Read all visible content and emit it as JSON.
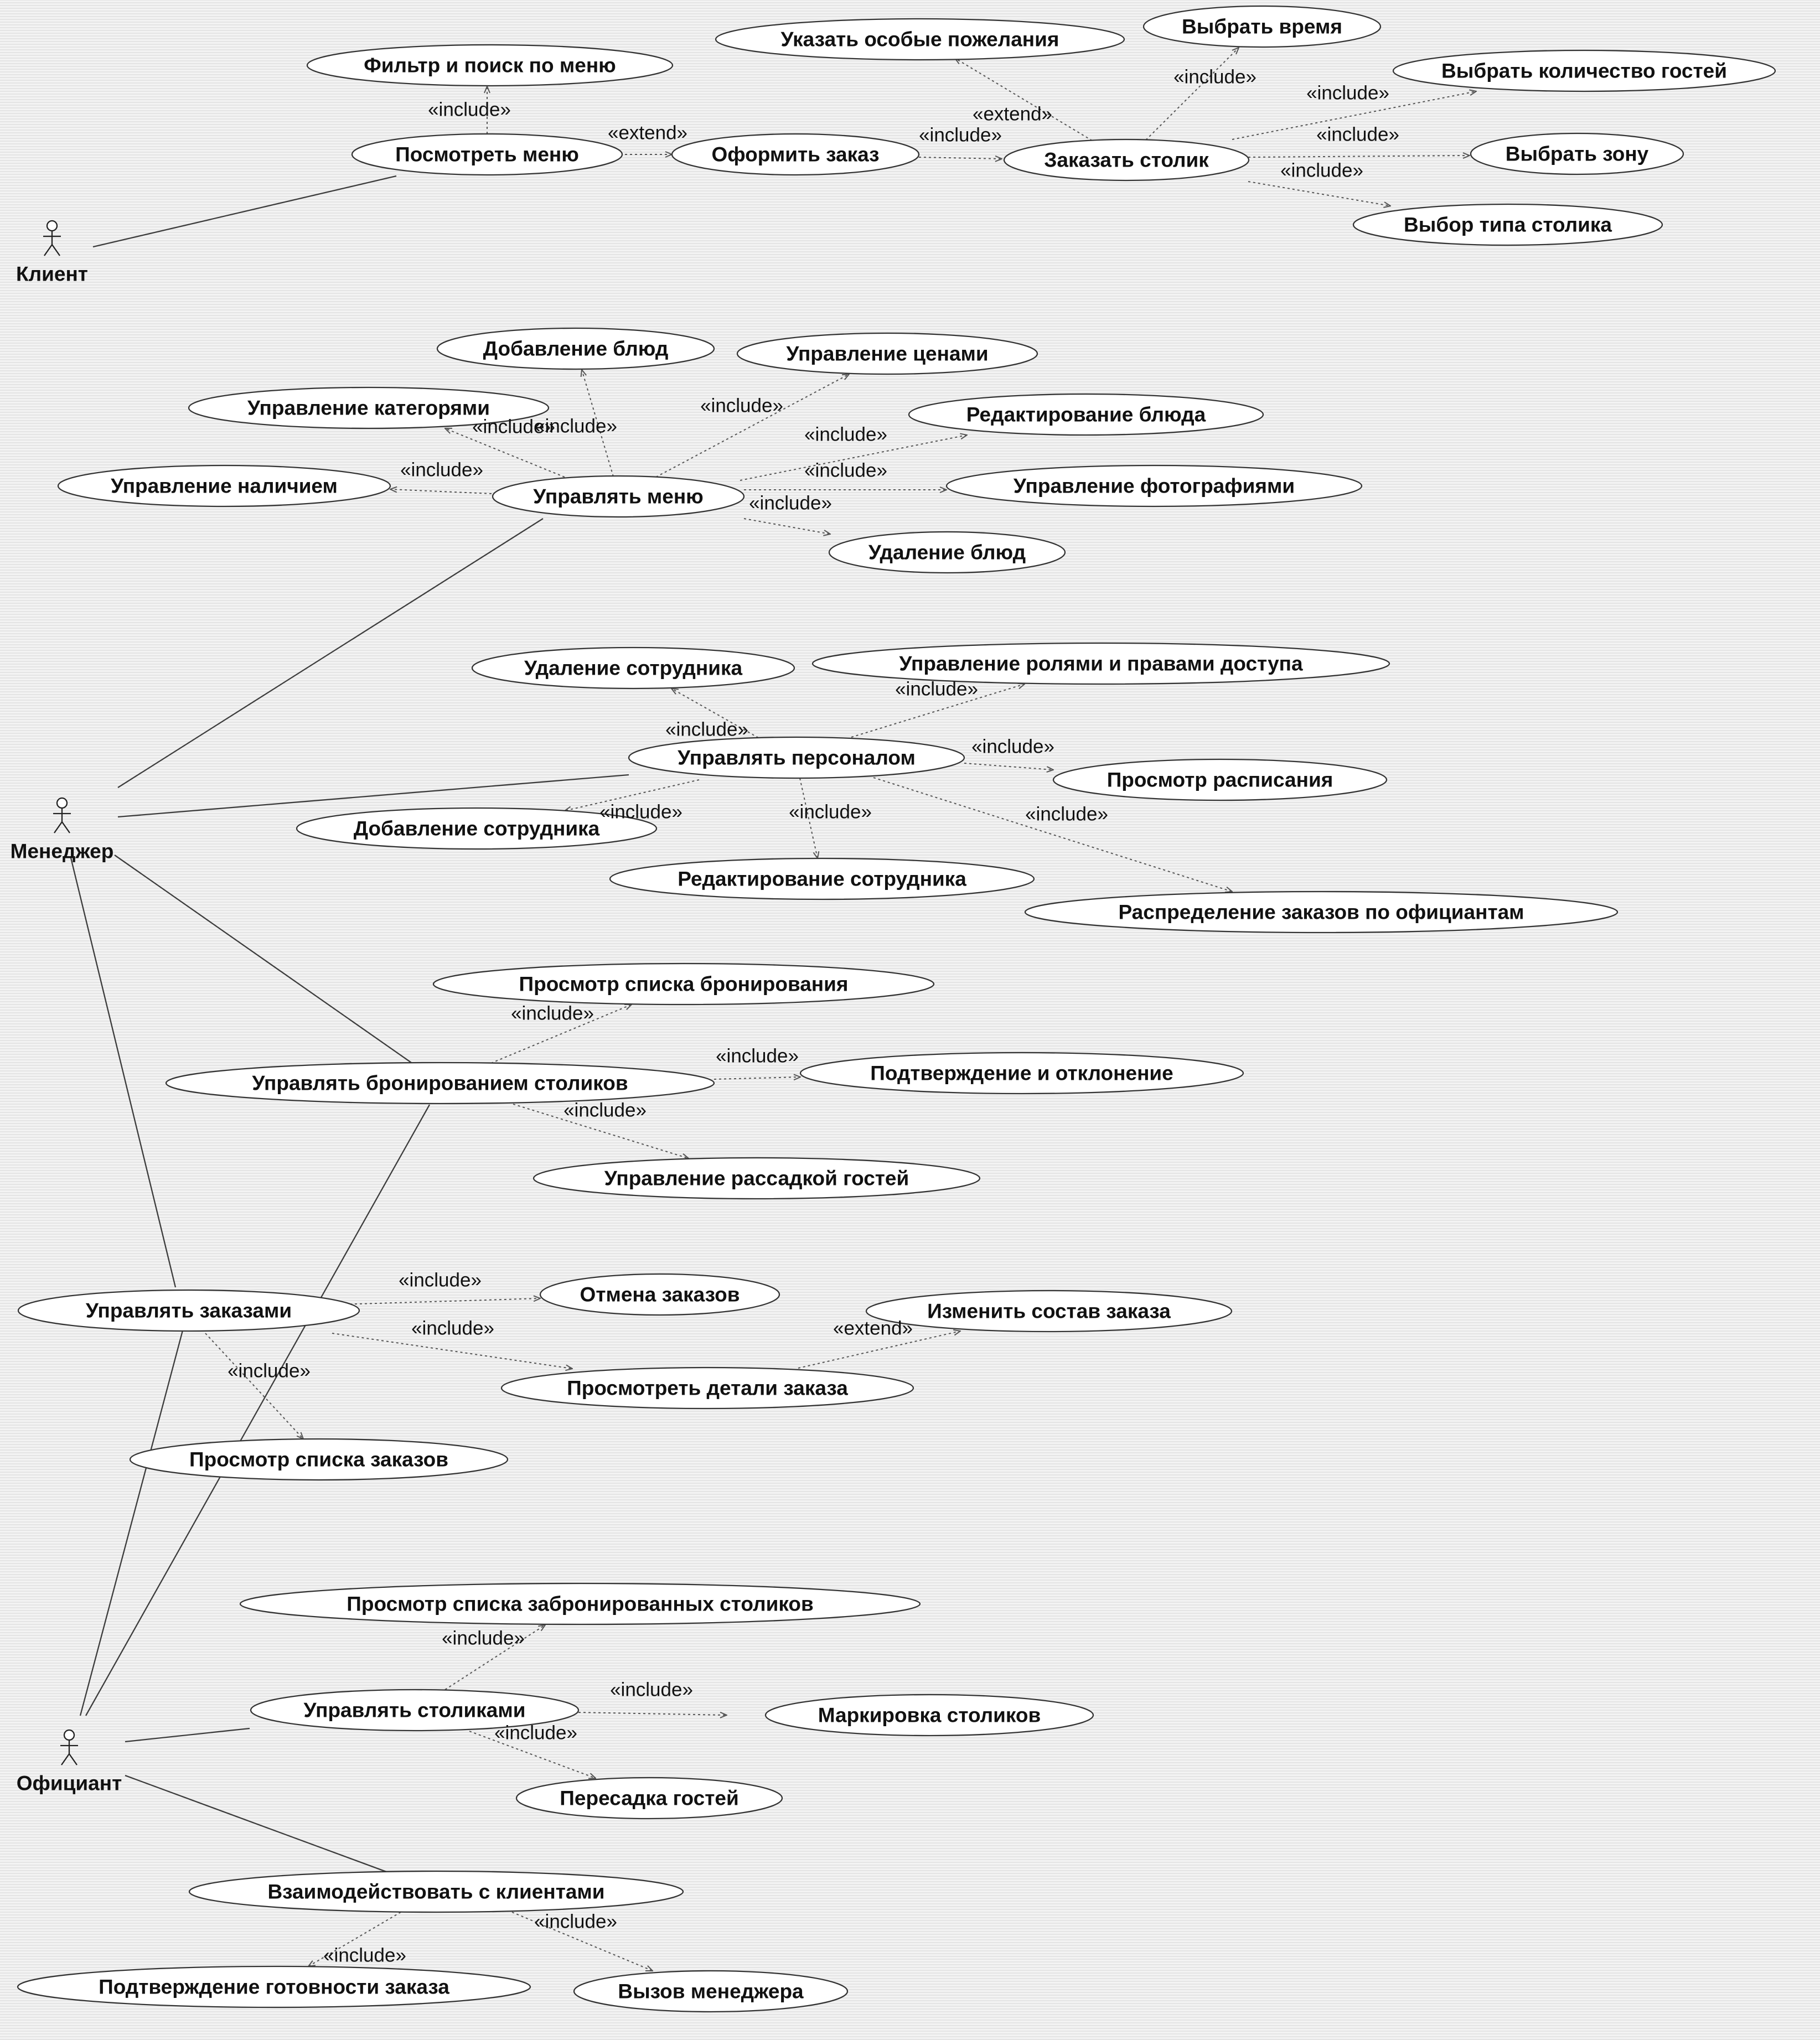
{
  "actors": {
    "client": "Клиент",
    "manager": "Менеджер",
    "waiter": "Официант"
  },
  "use_cases": {
    "filter": "Фильтр и поиск по меню",
    "view_menu": "Посмотреть меню",
    "place_order": "Оформить заказ",
    "special_wishes": "Указать особые пожелания",
    "choose_time": "Выбрать время",
    "guest_count": "Выбрать количество гостей",
    "book_table": "Заказать столик",
    "choose_zone": "Выбрать зону",
    "table_type": "Выбор типа столика",
    "add_dishes": "Добавление блюд",
    "price_mgmt": "Управление ценами",
    "category_mgmt": "Управление категорями",
    "edit_dish": "Редактирование блюда",
    "availability": "Управление наличием",
    "manage_menu": "Управлять меню",
    "photo_mgmt": "Управление фотографиями",
    "delete_dish": "Удаление блюд",
    "delete_employee": "Удаление сотрудника",
    "roles_rights": "Управление ролями и правами доступа",
    "manage_staff": "Управлять персоналом",
    "view_schedule": "Просмотр расписания",
    "add_employee": "Добавление сотрудника",
    "edit_employee": "Редактирование сотрудника",
    "assign_orders": "Распределение заказов по официантам",
    "booking_list": "Просмотр списка бронирования",
    "manage_booking": "Управлять бронированием столиков",
    "confirm_reject": "Подтверждение и отклонение",
    "seating": "Управление рассадкой гостей",
    "manage_orders": "Управлять заказами",
    "cancel_orders": "Отмена заказов",
    "change_order": "Изменить состав  заказа",
    "order_details": "Просмотреть детали заказа",
    "order_list": "Просмотр списка заказов",
    "booked_tables": "Просмотр списка забронированных столиков",
    "manage_tables": "Управлять столиками",
    "mark_tables": "Маркировка столиков",
    "reseat_guests": "Пересадка гостей",
    "interact_clients": "Взаимодействовать с клиентами",
    "order_ready": "Подтверждение готовности заказа",
    "call_manager": "Вызов менеджера"
  },
  "stereotypes": {
    "include": "«include»",
    "extend": "«extend»"
  },
  "dependencies": [
    {
      "from": "view_menu",
      "to": "filter",
      "kind": "include"
    },
    {
      "from": "view_menu",
      "to": "place_order",
      "kind": "extend"
    },
    {
      "from": "place_order",
      "to": "book_table",
      "kind": "include"
    },
    {
      "from": "book_table",
      "to": "special_wishes",
      "kind": "extend"
    },
    {
      "from": "book_table",
      "to": "choose_time",
      "kind": "include"
    },
    {
      "from": "book_table",
      "to": "guest_count",
      "kind": "include"
    },
    {
      "from": "book_table",
      "to": "choose_zone",
      "kind": "include"
    },
    {
      "from": "book_table",
      "to": "table_type",
      "kind": "include"
    },
    {
      "from": "manage_menu",
      "to": "add_dishes",
      "kind": "include"
    },
    {
      "from": "manage_menu",
      "to": "price_mgmt",
      "kind": "include"
    },
    {
      "from": "manage_menu",
      "to": "category_mgmt",
      "kind": "include"
    },
    {
      "from": "manage_menu",
      "to": "edit_dish",
      "kind": "include"
    },
    {
      "from": "manage_menu",
      "to": "availability",
      "kind": "include"
    },
    {
      "from": "manage_menu",
      "to": "photo_mgmt",
      "kind": "include"
    },
    {
      "from": "manage_menu",
      "to": "delete_dish",
      "kind": "include"
    },
    {
      "from": "manage_staff",
      "to": "delete_employee",
      "kind": "include"
    },
    {
      "from": "manage_staff",
      "to": "roles_rights",
      "kind": "include"
    },
    {
      "from": "manage_staff",
      "to": "view_schedule",
      "kind": "include"
    },
    {
      "from": "manage_staff",
      "to": "add_employee",
      "kind": "include"
    },
    {
      "from": "manage_staff",
      "to": "edit_employee",
      "kind": "include"
    },
    {
      "from": "manage_staff",
      "to": "assign_orders",
      "kind": "include"
    },
    {
      "from": "manage_booking",
      "to": "booking_list",
      "kind": "include"
    },
    {
      "from": "manage_booking",
      "to": "confirm_reject",
      "kind": "include"
    },
    {
      "from": "manage_booking",
      "to": "seating",
      "kind": "include"
    },
    {
      "from": "manage_orders",
      "to": "cancel_orders",
      "kind": "include"
    },
    {
      "from": "manage_orders",
      "to": "order_details",
      "kind": "include"
    },
    {
      "from": "manage_orders",
      "to": "order_list",
      "kind": "include"
    },
    {
      "from": "order_details",
      "to": "change_order",
      "kind": "extend"
    },
    {
      "from": "manage_tables",
      "to": "booked_tables",
      "kind": "include"
    },
    {
      "from": "manage_tables",
      "to": "mark_tables",
      "kind": "include"
    },
    {
      "from": "manage_tables",
      "to": "reseat_guests",
      "kind": "include"
    },
    {
      "from": "interact_clients",
      "to": "order_ready",
      "kind": "include"
    },
    {
      "from": "interact_clients",
      "to": "call_manager",
      "kind": "include"
    }
  ],
  "associations": [
    {
      "actor": "client",
      "use_case": "view_menu"
    },
    {
      "actor": "manager",
      "use_case": "manage_menu"
    },
    {
      "actor": "manager",
      "use_case": "manage_staff"
    },
    {
      "actor": "manager",
      "use_case": "manage_booking"
    },
    {
      "actor": "manager",
      "use_case": "manage_orders"
    },
    {
      "actor": "waiter",
      "use_case": "manage_orders"
    },
    {
      "actor": "waiter",
      "use_case": "manage_booking"
    },
    {
      "actor": "waiter",
      "use_case": "manage_tables"
    },
    {
      "actor": "waiter",
      "use_case": "interact_clients"
    }
  ]
}
